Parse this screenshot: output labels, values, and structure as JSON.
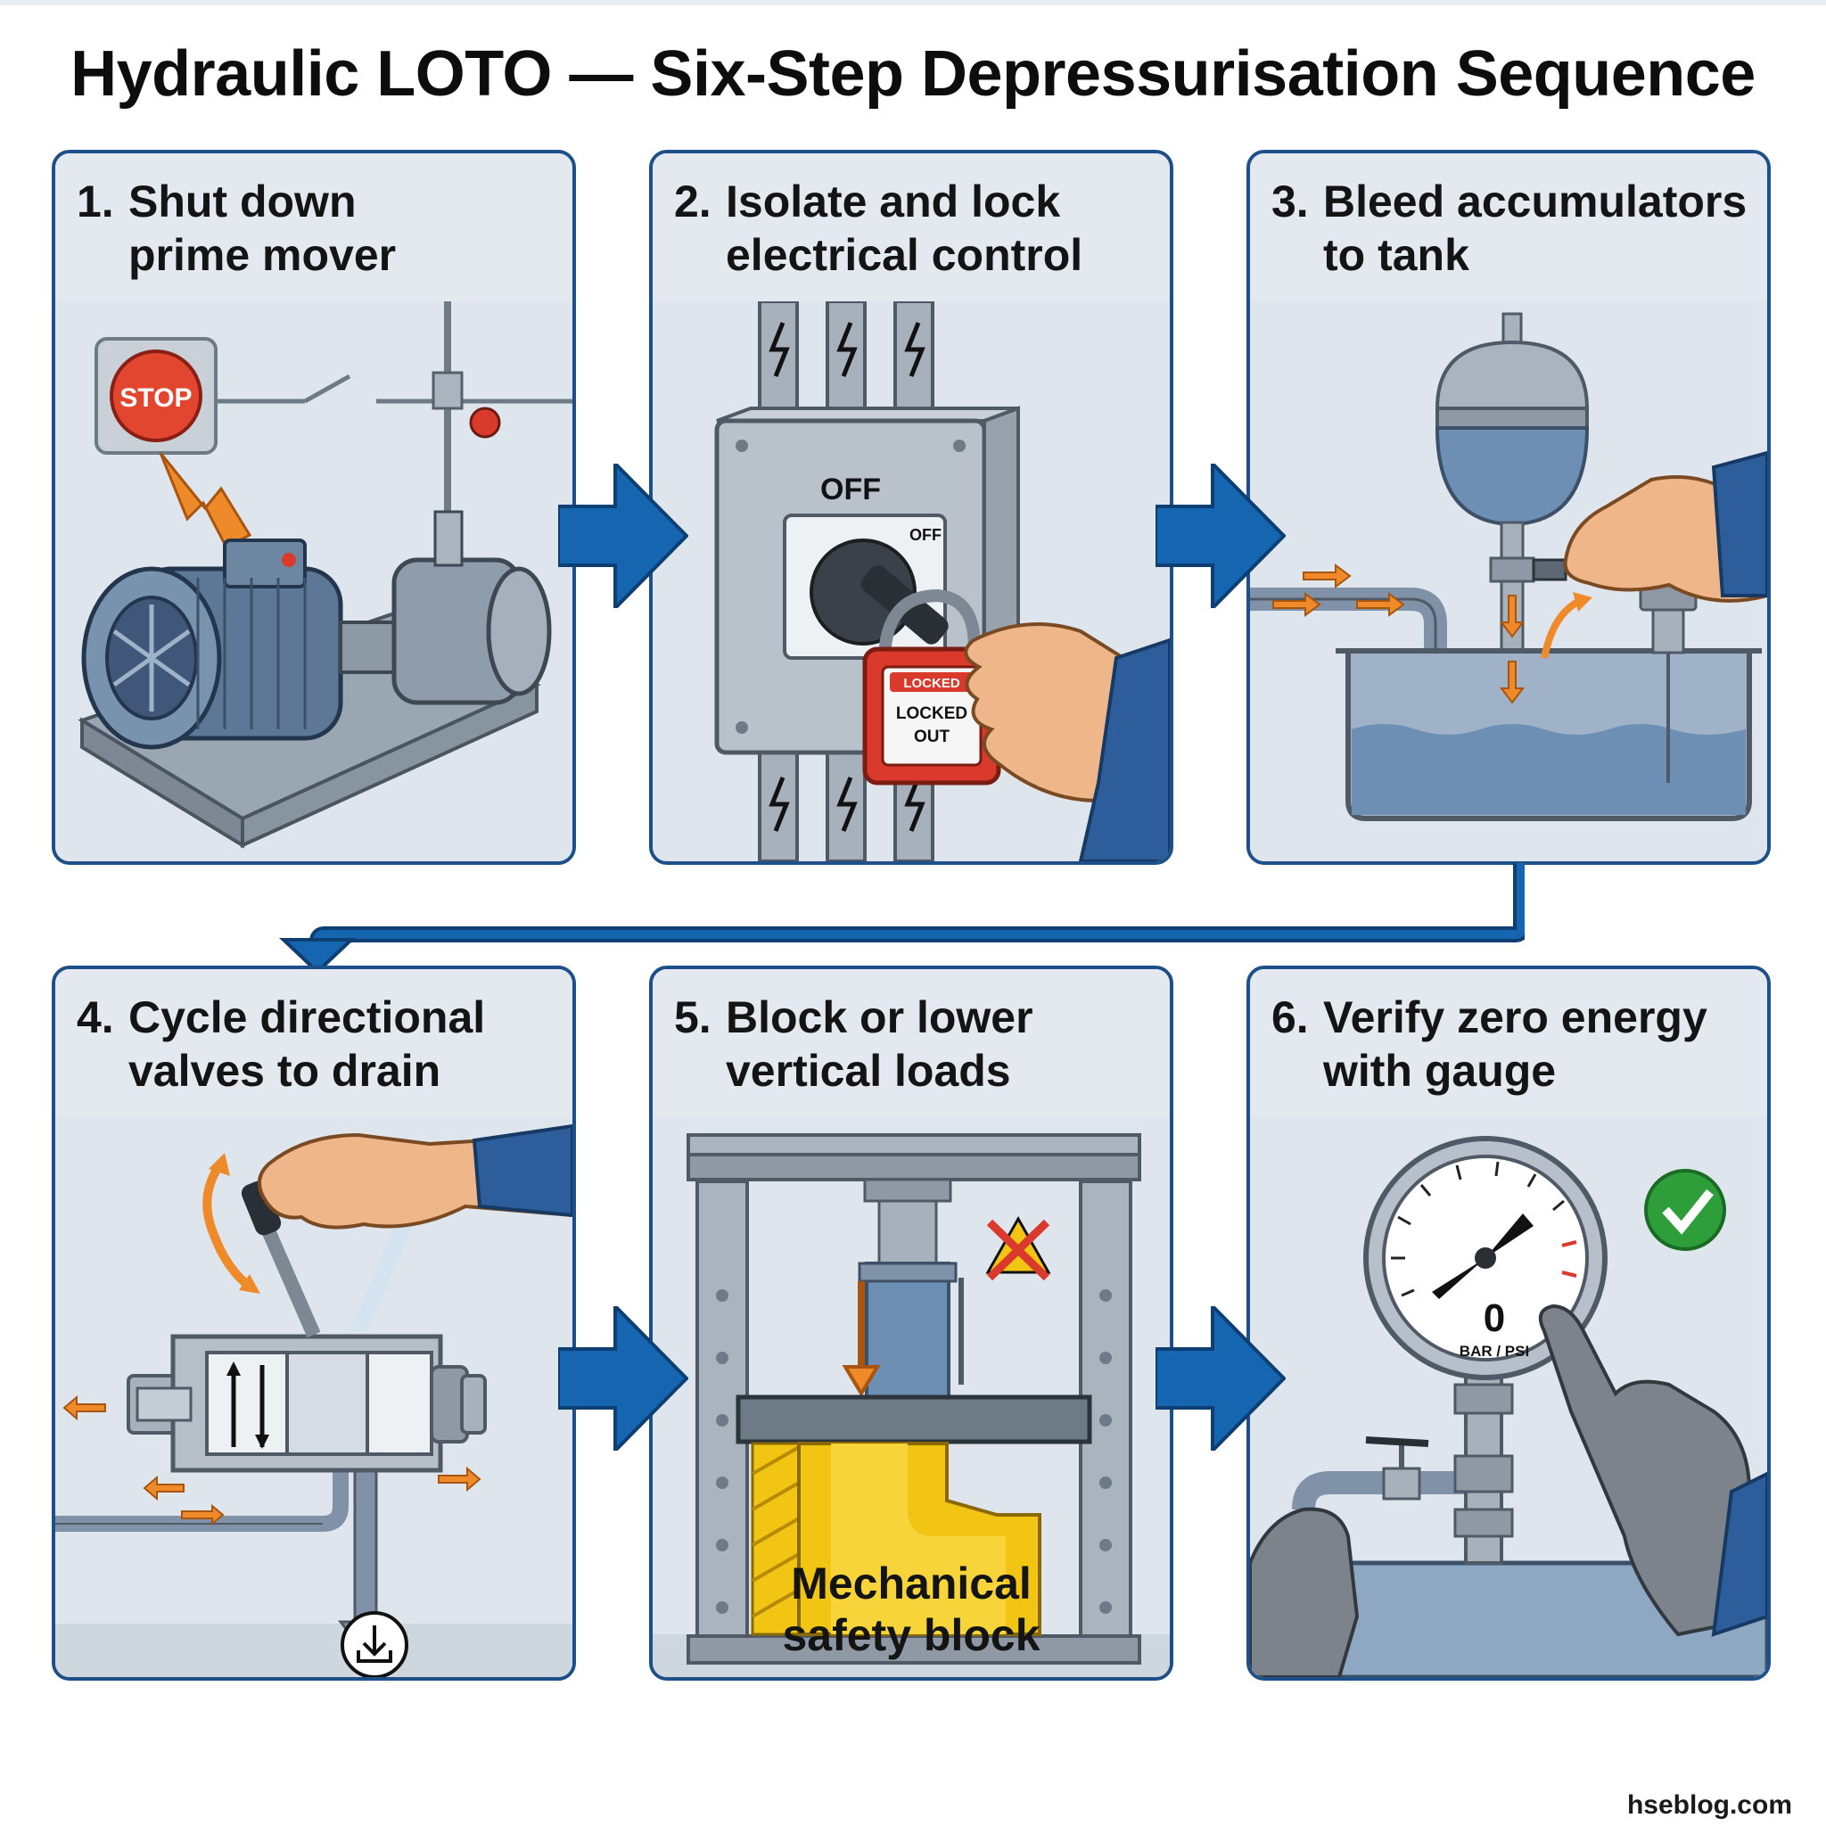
{
  "title": "Hydraulic LOTO — Six-Step Depressurisation Sequence",
  "steps": [
    {
      "number": "1.",
      "line1": "Shut down",
      "line2": "prime mover",
      "labels": {
        "stop_button": "STOP"
      }
    },
    {
      "number": "2.",
      "line1": "Isolate and lock",
      "line2": "electrical control",
      "labels": {
        "panel_off": "OFF",
        "switch_off": "OFF",
        "padlock_top": "LOCKED",
        "padlock_bottom": "LOCKED",
        "padlock_out": "OUT"
      }
    },
    {
      "number": "3.",
      "line1": "Bleed accumulators",
      "line2": "to tank"
    },
    {
      "number": "4.",
      "line1": "Cycle directional",
      "line2": "valves to drain"
    },
    {
      "number": "5.",
      "line1": "Block or lower",
      "line2": "vertical loads",
      "caption_line1": "Mechanical",
      "caption_line2": "safety block"
    },
    {
      "number": "6.",
      "line1": "Verify zero energy",
      "line2": "with gauge",
      "labels": {
        "gauge_value": "0",
        "gauge_unit": "BAR / PSI"
      }
    }
  ],
  "footer": "hseblog.com",
  "colors": {
    "frame_blue": "#1d4f8a",
    "arrow_blue": "#1565b0",
    "panel_bg": "#e4e9ef",
    "accent_orange": "#ef8a2a",
    "lock_red": "#d93a2b",
    "block_yellow": "#f2c515",
    "check_green": "#2e9e3a"
  }
}
